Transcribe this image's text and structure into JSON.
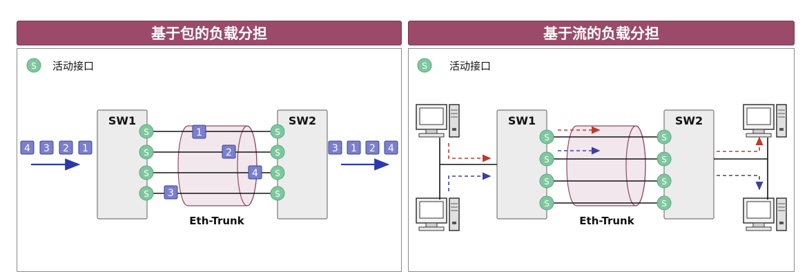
{
  "left_panel": {
    "title": "基于包的负载分担",
    "legend": {
      "symbol": "S",
      "label": "活动接口"
    },
    "switch1": "SW1",
    "switch2": "SW2",
    "trunk_label": "Eth-Trunk",
    "incoming_packets": [
      "4",
      "3",
      "2",
      "1"
    ],
    "outgoing_packets": [
      "3",
      "1",
      "2",
      "4"
    ],
    "link_packets": [
      "1",
      "2",
      "4",
      "3"
    ],
    "port_symbol": "S"
  },
  "right_panel": {
    "title": "基于流的负载分担",
    "legend": {
      "symbol": "S",
      "label": "活动接口"
    },
    "switch1": "SW1",
    "switch2": "SW2",
    "trunk_label": "Eth-Trunk",
    "port_symbol": "S"
  },
  "colors": {
    "header": "#9b4a6a",
    "port": "#7fc79f",
    "packet": "#7a7fcf",
    "flow_red": "#c0392b",
    "flow_blue": "#3b3f9e",
    "arrow": "#2b3aa8"
  }
}
